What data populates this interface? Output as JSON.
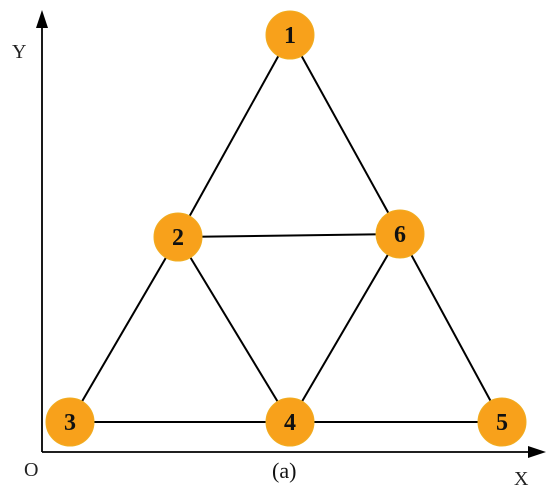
{
  "axes": {
    "x_label": "X",
    "y_label": "Y",
    "origin_label": "O"
  },
  "caption": "(a)",
  "colors": {
    "node_fill": "#f8a11b",
    "edge": "#000000",
    "axis": "#000000"
  },
  "nodes": [
    {
      "id": "1",
      "label": "1"
    },
    {
      "id": "2",
      "label": "2"
    },
    {
      "id": "3",
      "label": "3"
    },
    {
      "id": "4",
      "label": "4"
    },
    {
      "id": "5",
      "label": "5"
    },
    {
      "id": "6",
      "label": "6"
    }
  ],
  "edges": [
    [
      "1",
      "2"
    ],
    [
      "1",
      "6"
    ],
    [
      "2",
      "6"
    ],
    [
      "2",
      "3"
    ],
    [
      "2",
      "4"
    ],
    [
      "6",
      "4"
    ],
    [
      "6",
      "5"
    ],
    [
      "3",
      "4"
    ],
    [
      "4",
      "5"
    ]
  ]
}
